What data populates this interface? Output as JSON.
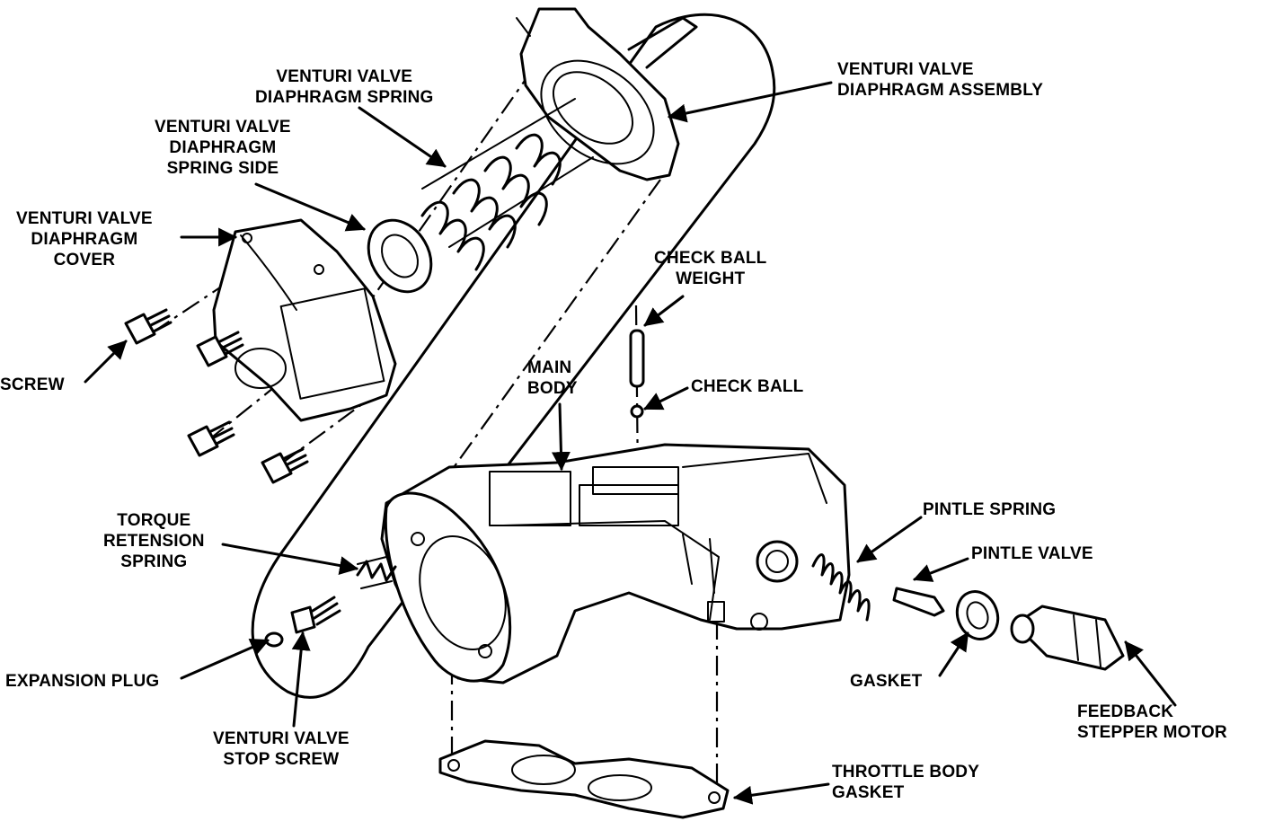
{
  "labels": {
    "diaphragm_spring": "VENTURI VALVE\nDIAPHRAGM SPRING",
    "diaphragm_assembly": "VENTURI VALVE\nDIAPHRAGM ASSEMBLY",
    "diaphragm_spring_side": "VENTURI VALVE\nDIAPHRAGM\nSPRING SIDE",
    "diaphragm_cover": "VENTURI VALVE\nDIAPHRAGM\nCOVER",
    "check_ball_weight": "CHECK BALL\nWEIGHT",
    "screw": "SCREW",
    "main_body": "MAIN\nBODY",
    "check_ball": "CHECK BALL",
    "pintle_spring": "PINTLE SPRING",
    "pintle_valve": "PINTLE VALVE",
    "torque_retension_spring": "TORQUE\nRETENSION\nSPRING",
    "expansion_plug": "EXPANSION PLUG",
    "gasket": "GASKET",
    "feedback_stepper_motor": "FEEDBACK\nSTEPPER MOTOR",
    "stop_screw": "VENTURI VALVE\nSTOP SCREW",
    "throttle_body_gasket": "THROTTLE BODY\nGASKET"
  }
}
